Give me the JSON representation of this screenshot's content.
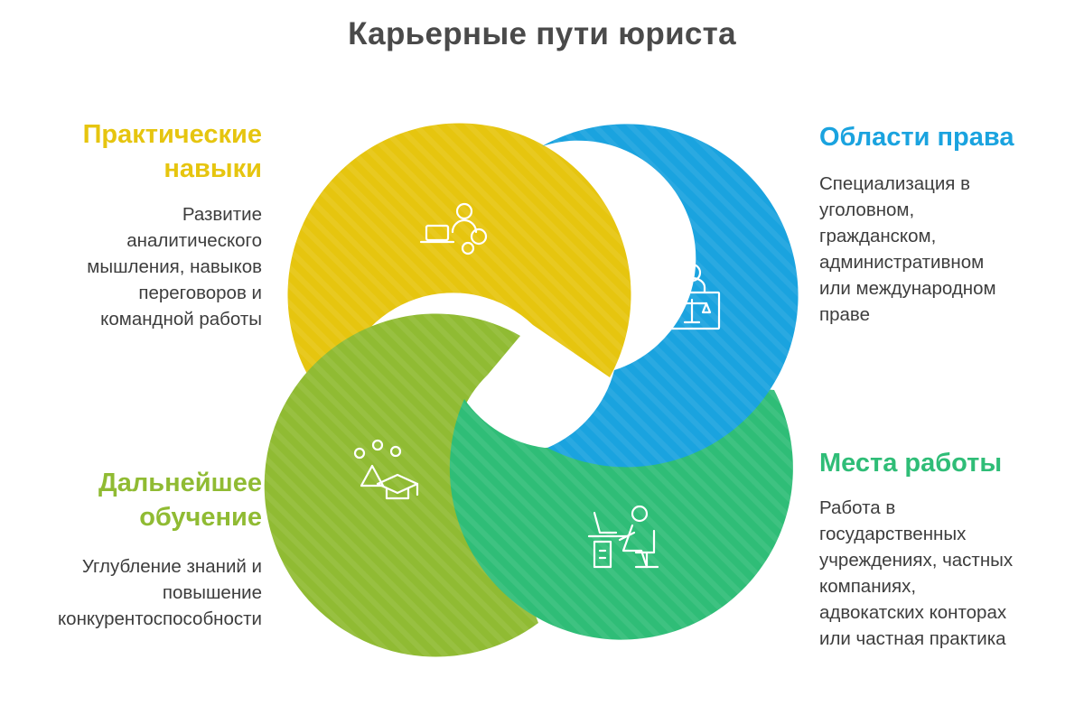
{
  "title": "Карьерные пути юриста",
  "colors": {
    "yellow": "#e6c50f",
    "blue": "#1aa3df",
    "lime": "#90bb33",
    "green": "#2fbd77",
    "title_text": "#4a4a4a",
    "body_text": "#3d3d3d"
  },
  "sections": {
    "practical": {
      "heading_line1": "Практические",
      "heading_line2": "навыки",
      "desc_lines": [
        "Развитие",
        "аналитического",
        "мышления, навыков",
        "переговоров и",
        "командной работы"
      ],
      "icon": "laptop-person-icon"
    },
    "law_areas": {
      "heading": "Области права",
      "desc_lines": [
        "Специализация в",
        "уголовном,",
        "гражданском,",
        "административном",
        "или международном",
        "праве"
      ],
      "icon": "judge-scales-icon"
    },
    "education": {
      "heading_line1": "Дальнейшее",
      "heading_line2": "обучение",
      "desc_lines": [
        "Углубление знаний и",
        "повышение",
        "конкурентоспособности"
      ],
      "icon": "graduation-cap-icon"
    },
    "workplaces": {
      "heading": "Места работы",
      "desc_lines": [
        "Работа в",
        "государственных",
        "учреждениях, частных",
        "компаниях,",
        "адвокатских конторах",
        "или частная практика"
      ],
      "icon": "office-desk-icon"
    }
  }
}
